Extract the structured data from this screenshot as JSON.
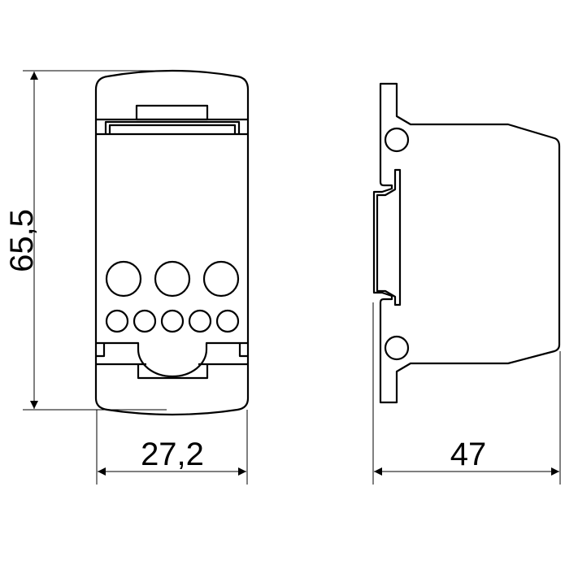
{
  "dimensions": {
    "height": "65,5",
    "width": "27,2",
    "depth": "47"
  },
  "colors": {
    "line": "#000000",
    "background": "#ffffff"
  }
}
